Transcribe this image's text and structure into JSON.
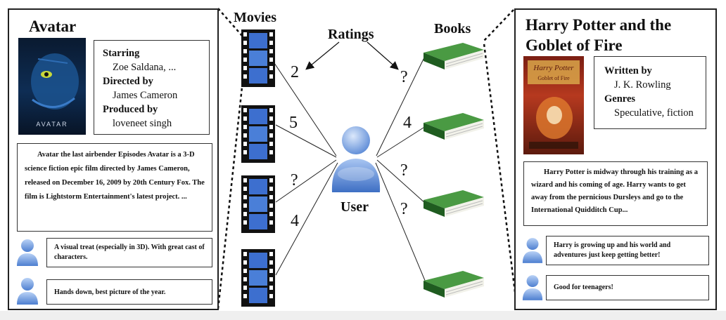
{
  "labels": {
    "movies": "Movies",
    "books": "Books",
    "ratings": "Ratings",
    "user": "User"
  },
  "movie_ratings": [
    "2",
    "5",
    "?",
    "4"
  ],
  "book_ratings": [
    "?",
    "4",
    "?",
    "?"
  ],
  "movie_panel": {
    "title": "Avatar",
    "poster_text": "AVATAR",
    "meta": [
      {
        "heading": "Starring",
        "value": "Zoe Saldana, ..."
      },
      {
        "heading": "Directed by",
        "value": "James Cameron"
      },
      {
        "heading": "Produced by",
        "value": "loveneet singh"
      }
    ],
    "description": "Avatar the last airbender Episodes Avatar is a 3-D science fiction epic film directed by James Cameron, released on December 16, 2009 by 20th Century Fox. The film is Lightstorm Entertainment's latest project. ...",
    "comments": [
      "A visual treat (especially in 3D). With great cast of characters.",
      "Hands down, best picture of the year."
    ]
  },
  "book_panel": {
    "title_line1": "Harry Potter and the",
    "title_line2": "Goblet of Fire",
    "cover_text1": "Harry Potter",
    "cover_text2": "Goblet of Fire",
    "meta": [
      {
        "heading": "Written by",
        "value": "J. K. Rowling"
      },
      {
        "heading": "Genres",
        "value": "Speculative, fiction"
      }
    ],
    "description": "Harry Potter is midway through his training as a wizard and his coming of age. Harry wants to get away from the pernicious Dursleys and go to the International Quidditch Cup...",
    "comments": [
      "Harry is growing up and his world and adventures just keep getting better!",
      "Good for teenagers!"
    ]
  },
  "colors": {
    "film_blue": "#3d6fcf",
    "book_green": "#2f7d2f",
    "user_blue": "#6f9be0"
  }
}
